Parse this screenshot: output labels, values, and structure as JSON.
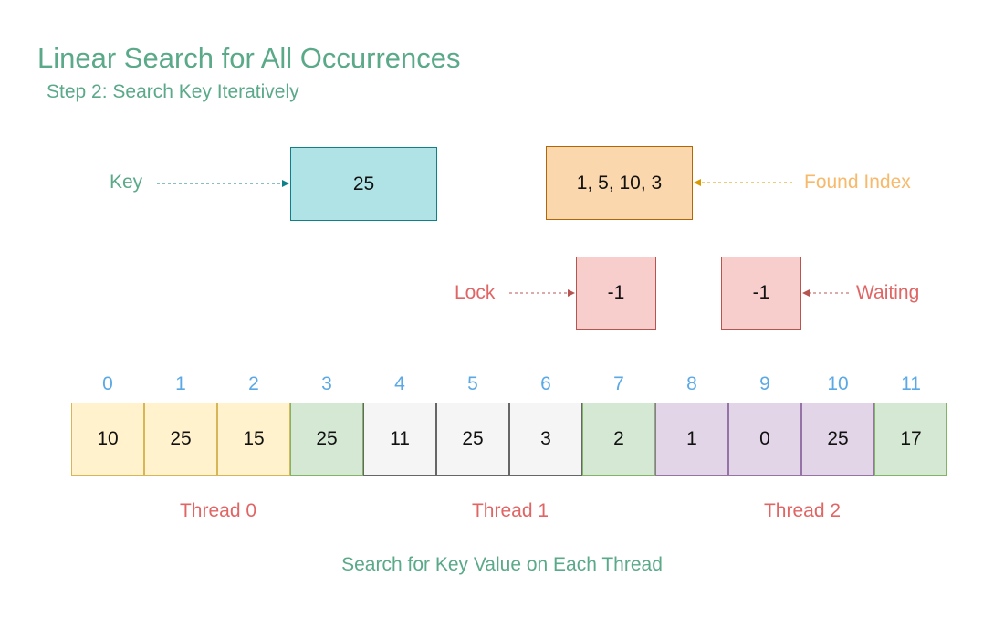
{
  "title": "Linear Search for All Occurrences",
  "subtitle": "Step 2: Search Key Iteratively",
  "key": {
    "label": "Key",
    "value": "25"
  },
  "found_index": {
    "label": "Found Index",
    "value": "1, 5, 10, 3"
  },
  "lock": {
    "label": "Lock",
    "value": "-1"
  },
  "waiting": {
    "label": "Waiting",
    "value": "-1"
  },
  "array": {
    "indices": [
      "0",
      "1",
      "2",
      "3",
      "4",
      "5",
      "6",
      "7",
      "8",
      "9",
      "10",
      "11"
    ],
    "values": [
      "10",
      "25",
      "15",
      "25",
      "11",
      "25",
      "3",
      "2",
      "1",
      "0",
      "25",
      "17"
    ]
  },
  "threads": [
    "Thread 0",
    "Thread 1",
    "Thread 2"
  ],
  "caption": "Search for Key Value on Each Thread",
  "colors": {
    "thread0_fill": "#fff2cc",
    "thread0_stroke": "#d6b656",
    "checked_fill": "#d5e8d4",
    "checked_stroke": "#82b366",
    "thread1_fill": "#f5f5f5",
    "thread1_stroke": "#666666",
    "thread2_fill": "#e1d5e7",
    "thread2_stroke": "#9673a6"
  }
}
